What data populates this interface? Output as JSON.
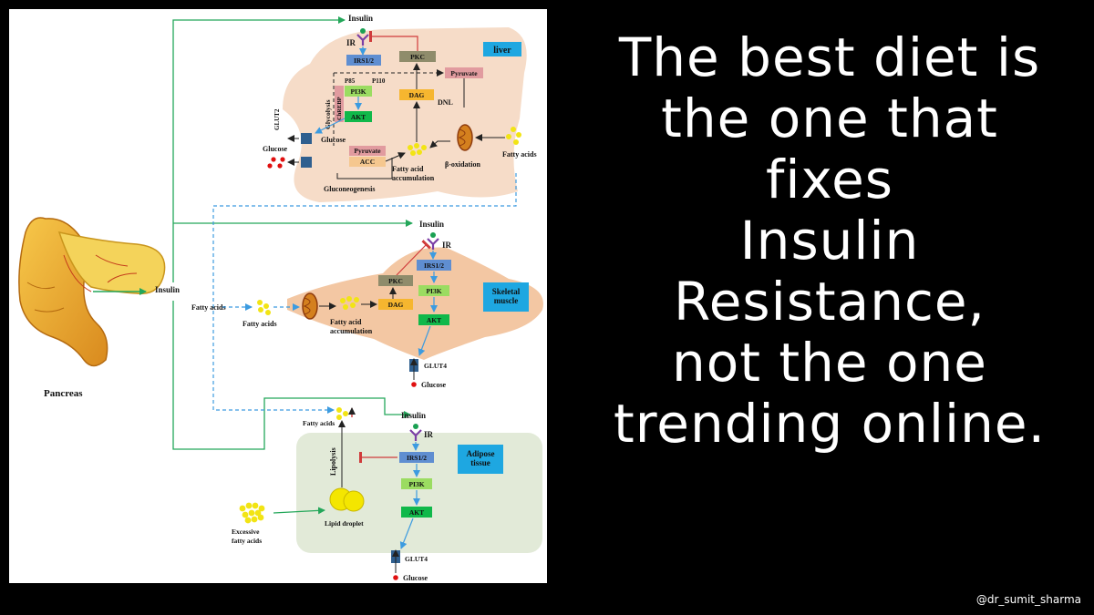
{
  "slogan": {
    "lines": [
      "The best diet is",
      "the one that",
      "fixes",
      "Insulin",
      "Resistance,",
      "not the one",
      "trending online."
    ]
  },
  "handle": "@dr_sumit_sharma",
  "colors": {
    "liver_fill": "#f6dcc8",
    "muscle_fill": "#f3c7a3",
    "adipose_fill": "#e2ead8",
    "label_box": "#1ea7e1",
    "irs": "#5f8ed1",
    "pi3k": "#9bdc61",
    "akt": "#10b84a",
    "pkc": "#8f8c6b",
    "dag": "#f6b62f",
    "pyruvate": "#e19b9f",
    "acc": "#f5c78f",
    "arrow_green": "#24a75a",
    "arrow_blue": "#3c9be0",
    "inhibit_red": "#d03b3b",
    "fatty_acid_dot": "#f2e414",
    "glucose_dot": "#e01010"
  },
  "diagram": {
    "pancreas": {
      "label": "Pancreas"
    },
    "insulin": "Insulin",
    "liver": {
      "tissue": "liver",
      "ir": "IR",
      "irs": "IRS1/2",
      "pkc": "PKC",
      "pyruvate_top": "Pyruvate",
      "p85": "P85",
      "p110": "P110",
      "pi3k": "PI3K",
      "dag": "DAG",
      "dnl": "DNL",
      "glycolysis": "Glycolysis",
      "chrebp": "ChREBP",
      "akt": "AKT",
      "glut2": "GLUT2",
      "glucose_inner": "Glucose",
      "glucose_outer": "Glucose",
      "pyruvate_low": "Pyruvate",
      "acc": "ACC",
      "fa_accum": "Fatty acid accumulation",
      "beta_ox": "β-oxidation",
      "fatty_acids": "Fatty acids",
      "gluconeogenesis": "Gluconeogenesis"
    },
    "muscle": {
      "tissue": "Skeletal muscle",
      "ir": "IR",
      "irs": "IRS1/2",
      "pkc": "PKC",
      "dag": "DAG",
      "pi3k": "PI3K",
      "akt": "AKT",
      "fatty_acids_left": "Fatty acids",
      "fatty_acids_in": "Fatty acids",
      "fa_accum": "Fatty acid accumulation",
      "glut4": "GLUT4",
      "glucose": "Glucose"
    },
    "adipose": {
      "tissue": "Adipose tissue",
      "ir": "IR",
      "irs": "IRS1/2",
      "pi3k": "PI3K",
      "akt": "AKT",
      "glut4": "GLUT4",
      "glucose": "Glucose",
      "lipolysis": "Lipolysis",
      "lipid_droplet": "Lipid droplet",
      "fatty_acids": "Fatty acids",
      "excessive_fa": "Excessive fatty acids"
    }
  }
}
